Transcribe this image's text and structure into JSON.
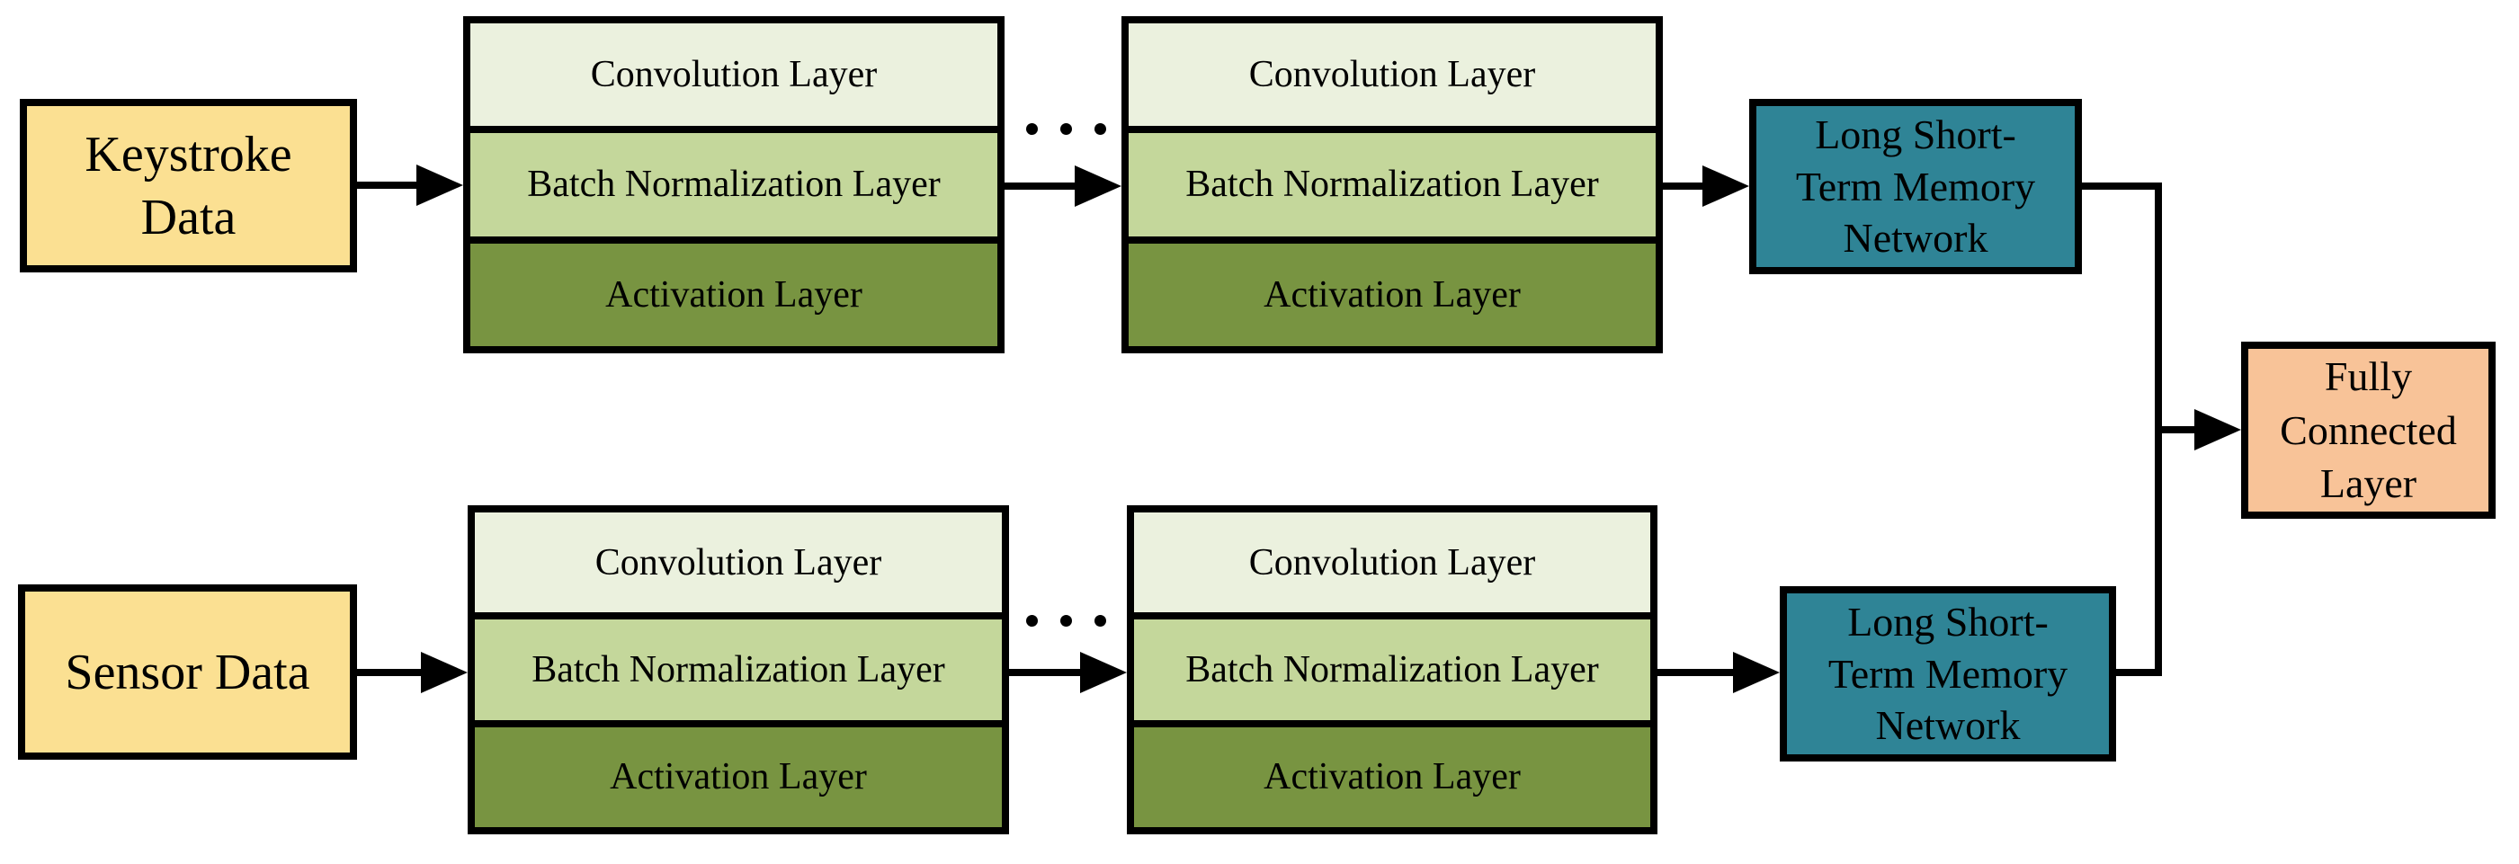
{
  "diagram": {
    "type": "neural-network-architecture",
    "background_color": "#FFFFFF",
    "line_color": "#000000",
    "text_color": "#000000"
  },
  "colors": {
    "input_yellow": "#FBE092",
    "convolution_light_green": "#EBF1DE",
    "batch_norm_green": "#C4D79B",
    "activation_olive": "#789441",
    "lstm_teal": "#2F8496",
    "fully_connected_peach": "#F8C398"
  },
  "inputs": {
    "keystroke": {
      "label": "Keystroke Data",
      "lines": [
        "Keystroke",
        "Data"
      ]
    },
    "sensor": {
      "label": "Sensor Data",
      "lines": [
        "Sensor Data"
      ]
    }
  },
  "cnn_block": {
    "rows": [
      "Convolution Layer",
      "Batch Normalization Layer",
      "Activation Layer"
    ]
  },
  "lstm": {
    "label": "Long Short-Term Memory Network",
    "lines": [
      "Long Short-",
      "Term Memory",
      "Network"
    ]
  },
  "fc": {
    "label": "Fully Connected Layer",
    "lines": [
      "Fully",
      "Connected",
      "Layer"
    ]
  },
  "ellipsis": {
    "icon": "horizontal-ellipsis-dots",
    "dot_count": 3
  },
  "nodes": [
    {
      "id": "keystroke-data",
      "label": "Keystroke Data"
    },
    {
      "id": "cnn-stack-top-1",
      "label": "Convolution / Batch Normalization / Activation"
    },
    {
      "id": "cnn-stack-top-2",
      "label": "Convolution / Batch Normalization / Activation"
    },
    {
      "id": "lstm-top",
      "label": "Long Short-Term Memory Network"
    },
    {
      "id": "sensor-data",
      "label": "Sensor Data"
    },
    {
      "id": "cnn-stack-bottom-1",
      "label": "Convolution / Batch Normalization / Activation"
    },
    {
      "id": "cnn-stack-bottom-2",
      "label": "Convolution / Batch Normalization / Activation"
    },
    {
      "id": "lstm-bottom",
      "label": "Long Short-Term Memory Network"
    },
    {
      "id": "fully-connected",
      "label": "Fully Connected Layer"
    }
  ],
  "connections": [
    {
      "from": "keystroke-data",
      "to": "cnn-stack-top-1"
    },
    {
      "from": "cnn-stack-top-1",
      "to": "cnn-stack-top-2",
      "via": "ellipsis"
    },
    {
      "from": "cnn-stack-top-2",
      "to": "lstm-top"
    },
    {
      "from": "lstm-top",
      "to": "fully-connected"
    },
    {
      "from": "sensor-data",
      "to": "cnn-stack-bottom-1"
    },
    {
      "from": "cnn-stack-bottom-1",
      "to": "cnn-stack-bottom-2",
      "via": "ellipsis"
    },
    {
      "from": "cnn-stack-bottom-2",
      "to": "lstm-bottom"
    },
    {
      "from": "lstm-bottom",
      "to": "fully-connected"
    }
  ]
}
